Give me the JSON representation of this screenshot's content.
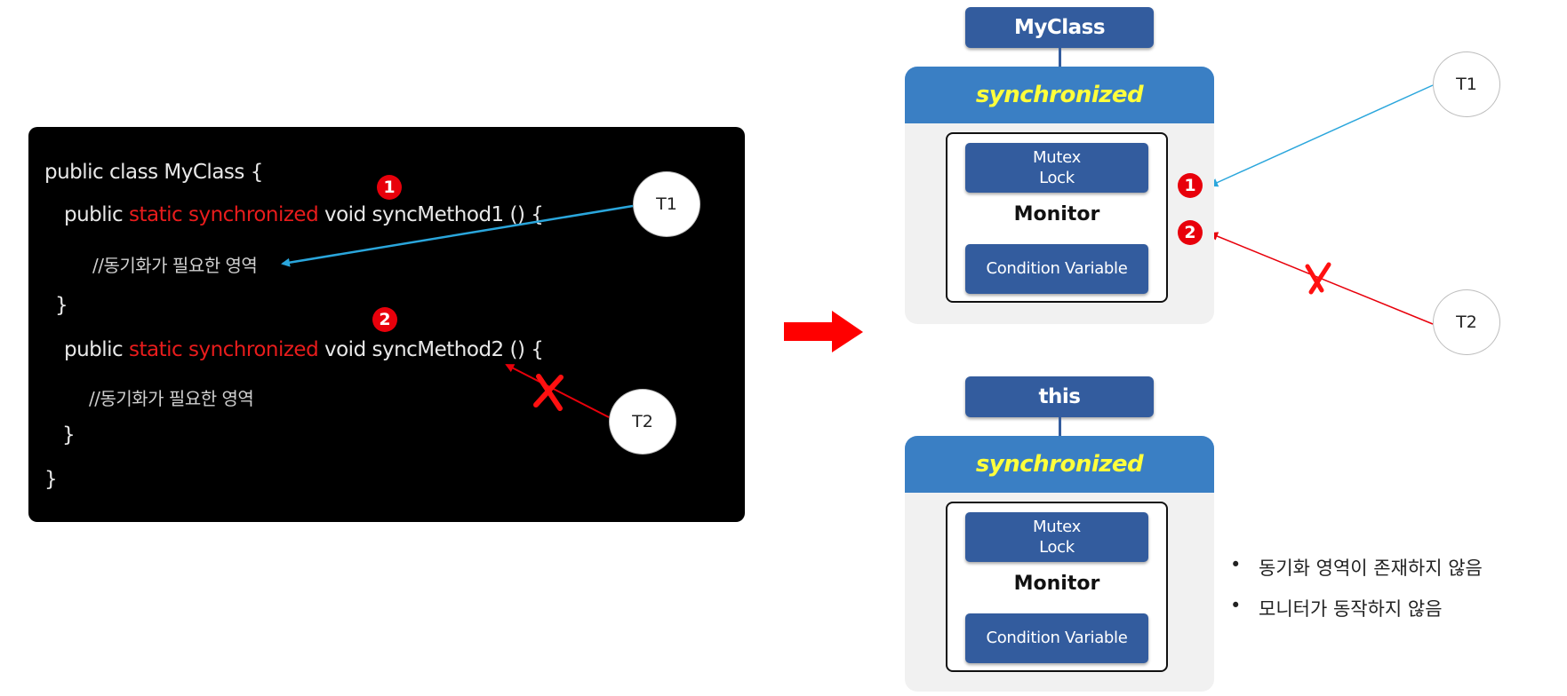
{
  "code": {
    "line1": "public class MyClass {",
    "line2_pre": "public ",
    "line2_kw": "static synchronized",
    "line2_post": " void syncMethod1 () {",
    "comment1": "//동기화가 필요한 영역",
    "close1": "}",
    "line3_pre": "public ",
    "line3_kw": "static synchronized",
    "line3_post": " void syncMethod2 () {",
    "comment2": "//동기화가 필요한 영역",
    "close2": "}",
    "close_class": "}"
  },
  "badges": {
    "one": "1",
    "two": "2"
  },
  "threads": {
    "t1": "T1",
    "t2": "T2"
  },
  "diagram_top": {
    "label": "MyClass",
    "sync": "synchronized",
    "mutex_line1": "Mutex",
    "mutex_line2": "Lock",
    "monitor": "Monitor",
    "condition": "Condition Variable"
  },
  "diagram_bottom": {
    "label": "this",
    "sync": "synchronized",
    "mutex_line1": "Mutex",
    "mutex_line2": "Lock",
    "monitor": "Monitor",
    "condition": "Condition Variable"
  },
  "notes": [
    "동기화 영역이 존재하지 않음",
    "모니터가 동작하지 않음"
  ],
  "colors": {
    "keyword": "#e81c1c",
    "badge": "#e8000b",
    "class_label": "#335c9e",
    "sync_header": "#3a7fc4",
    "sync_text": "#ffff3c",
    "t1_arrow": "#2aa6dc",
    "t2_arrow": "#e8000b",
    "big_arrow": "#ff0000"
  }
}
